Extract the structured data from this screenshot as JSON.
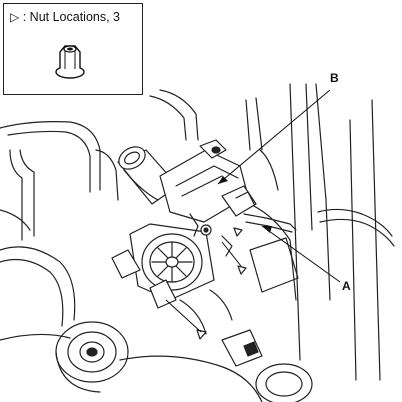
{
  "legend": {
    "symbol": "▷",
    "text": ": Nut Locations, 3"
  },
  "callouts": {
    "b": "B",
    "a": "A"
  }
}
